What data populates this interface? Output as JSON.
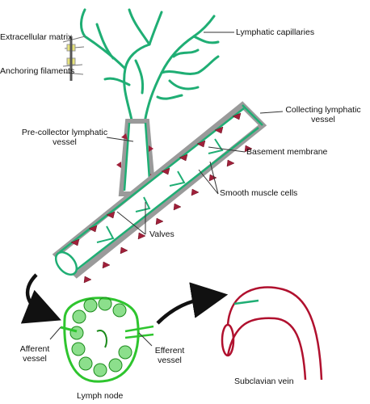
{
  "labels": {
    "extracellular_matrix": "Extracellular matrix",
    "anchoring_filaments": "Anchoring filaments",
    "lymphatic_capillaries": "Lymphatic capillaries",
    "collecting_lymphatic_vessel": "Collecting lymphatic vessel",
    "pre_collector_lymphatic_vessel": "Pre-collector lymphatic vessel",
    "basement_membrane": "Basement membrane",
    "smooth_muscle_cells": "Smooth muscle cells",
    "valves": "Valves",
    "afferent_vessel": "Afferent vessel",
    "efferent_vessel": "Efferent vessel",
    "subclavian_vein": "Subclavian vein",
    "lymph_node": "Lymph node"
  },
  "colors": {
    "lymphatic": "#1fae74",
    "lymph_node": "#2ec52e",
    "smooth_muscle": "#a0203a",
    "basement_membrane": "#9a9a9a",
    "vein": "#b0102e",
    "arrow": "#111111"
  }
}
